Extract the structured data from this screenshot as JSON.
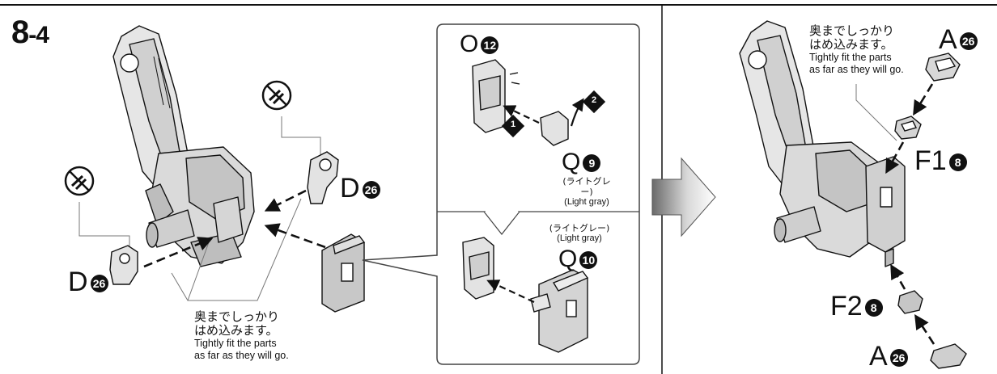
{
  "step": {
    "major": "8",
    "minor": "-4"
  },
  "left": {
    "part_d_upper": {
      "letter": "D",
      "number": "26"
    },
    "part_d_lower": {
      "letter": "D",
      "number": "26"
    },
    "note_jp": [
      "奥までしっかり",
      "はめ込みます。"
    ],
    "note_en": [
      "Tightly fit the parts",
      "as far as they will go."
    ]
  },
  "callout": {
    "top": {
      "part_o": {
        "letter": "O",
        "number": "12"
      },
      "part_q": {
        "letter": "Q",
        "number": "9"
      },
      "color_jp": "(ライトグレー)",
      "color_en": "(Light gray)",
      "step_1": "1",
      "step_2": "2"
    },
    "bottom": {
      "part_q": {
        "letter": "Q",
        "number": "10"
      },
      "color_jp": "(ライトグレー)",
      "color_en": "(Light gray)"
    }
  },
  "right": {
    "note_jp": [
      "奥までしっかり",
      "はめ込みます。"
    ],
    "note_en": [
      "Tightly fit the parts",
      "as far as they will go."
    ],
    "part_a_top": {
      "letter": "A",
      "number": "26"
    },
    "part_f1": {
      "letter": "F1",
      "number": "8"
    },
    "part_f2": {
      "letter": "F2",
      "number": "8"
    },
    "part_a_bottom": {
      "letter": "A",
      "number": "26"
    }
  },
  "colors": {
    "ink": "#111111",
    "part_fill": "#e6e6e6",
    "shade": "#bcbcbc",
    "callout_border": "#444444"
  }
}
